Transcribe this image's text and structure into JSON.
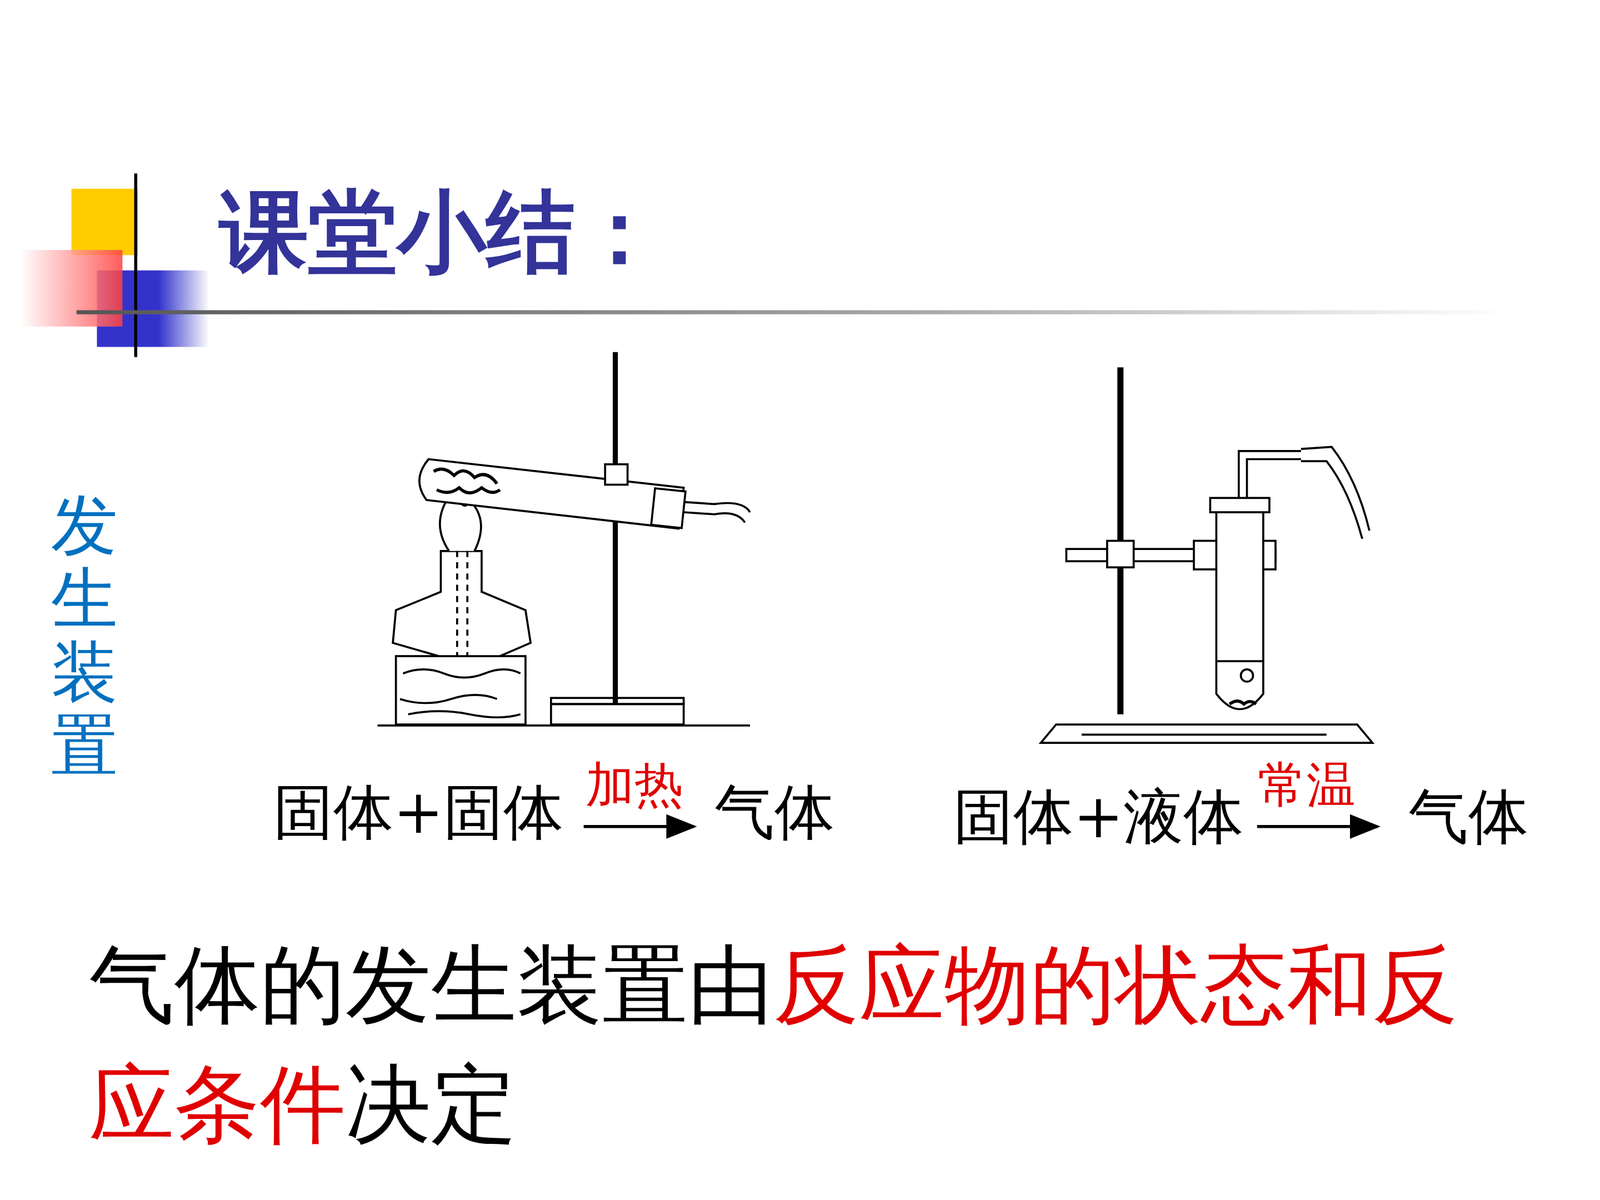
{
  "diagram": {
    "title": "课堂小结：",
    "labels": [
      "发生装置",
      "固体+固体",
      "加热",
      "气体",
      "固体+液体",
      "常温",
      "气体",
      "气体的发生装置由",
      "反应物的状态和反应条件",
      "决定"
    ]
  }
}
